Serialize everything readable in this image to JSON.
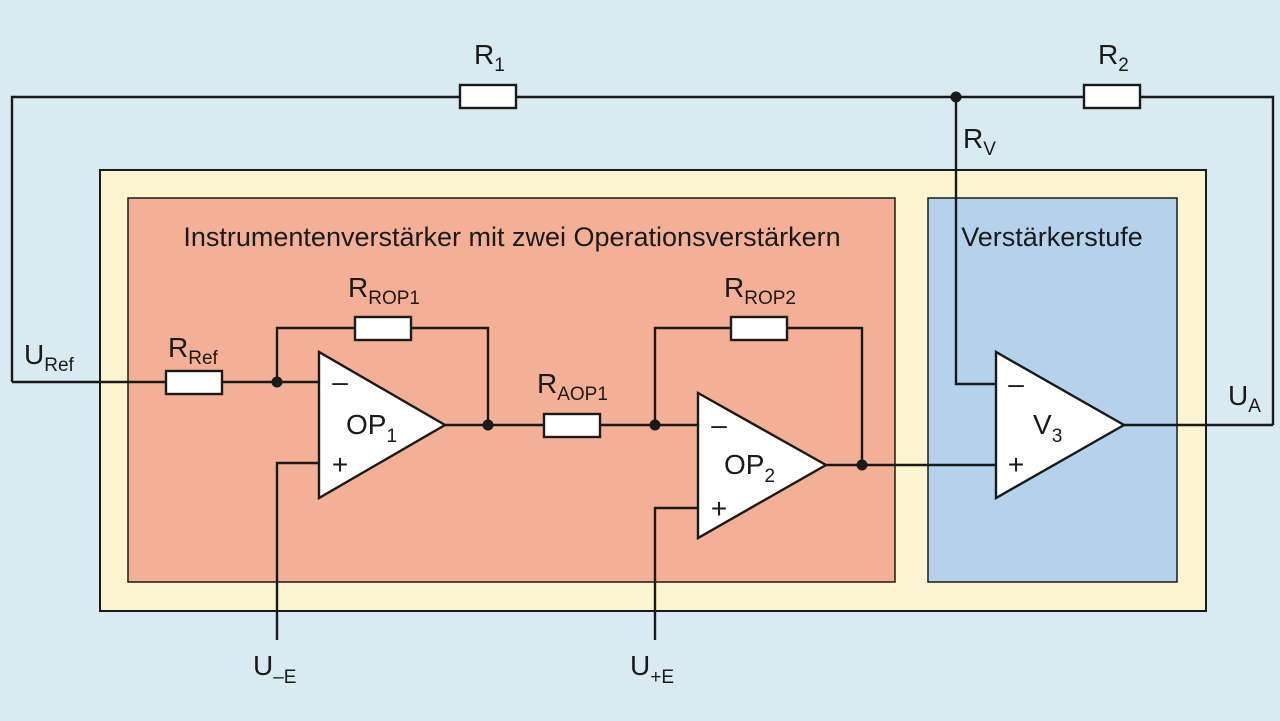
{
  "colors": {
    "background": "#daeaf1",
    "outer_frame": "#fdf5cf",
    "instrument_block": "#f3b096",
    "amplifier_block": "#b5d2ed",
    "line": "#1a1a1a",
    "component_fill": "#ffffff"
  },
  "blocks": {
    "instrument_title": "Instrumentenverstärker mit zwei Operationsverstärkern",
    "amplifier_title": "Verstärkerstufe"
  },
  "resistors": {
    "r1": {
      "main": "R",
      "sub": "1"
    },
    "r2": {
      "main": "R",
      "sub": "2"
    },
    "rref": {
      "main": "R",
      "sub": "Ref"
    },
    "rop1": {
      "main": "R",
      "sub": "ROP1"
    },
    "raop1": {
      "main": "R",
      "sub": "AOP1"
    },
    "rop2": {
      "main": "R",
      "sub": "ROP2"
    }
  },
  "amplifiers": {
    "op1": {
      "main": "OP",
      "sub": "1"
    },
    "op2": {
      "main": "OP",
      "sub": "2"
    },
    "v3": {
      "main": "V",
      "sub": "3"
    },
    "minus": "–",
    "plus": "+"
  },
  "terminals": {
    "rv": {
      "main": "R",
      "sub": "V"
    },
    "uref": {
      "main": "U",
      "sub": "Ref"
    },
    "ua": {
      "main": "U",
      "sub": "A"
    },
    "u_minus_e": {
      "main": "U",
      "sub": "–E"
    },
    "u_plus_e": {
      "main": "U",
      "sub": "+E"
    }
  }
}
